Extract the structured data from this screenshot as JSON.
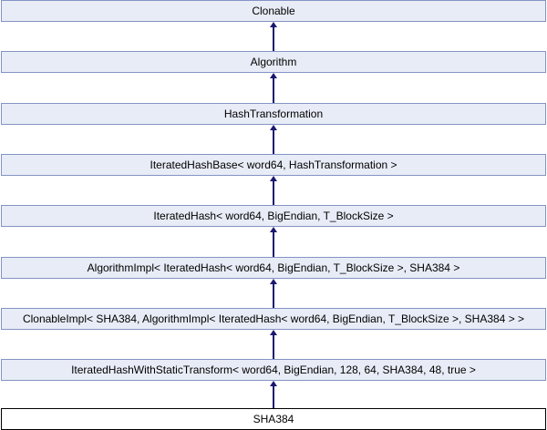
{
  "diagram": {
    "kind": "class-inheritance-diagram",
    "current_class": "SHA384",
    "colors": {
      "node_fill": "#e8ecf6",
      "node_border": "#8493c4",
      "current_node_fill": "#ffffff",
      "current_node_border": "#000000",
      "arrow": "#191970",
      "text": "#000000",
      "background": "#ffffff"
    },
    "nodes": [
      {
        "label": "Clonable",
        "current": false
      },
      {
        "label": "Algorithm",
        "current": false
      },
      {
        "label": "HashTransformation",
        "current": false
      },
      {
        "label": "IteratedHashBase< word64, HashTransformation >",
        "current": false
      },
      {
        "label": "IteratedHash< word64, BigEndian, T_BlockSize >",
        "current": false
      },
      {
        "label": "AlgorithmImpl< IteratedHash< word64, BigEndian, T_BlockSize >, SHA384 >",
        "current": false
      },
      {
        "label": "ClonableImpl< SHA384, AlgorithmImpl< IteratedHash< word64, BigEndian, T_BlockSize >, SHA384 > >",
        "current": false
      },
      {
        "label": "IteratedHashWithStaticTransform< word64, BigEndian, 128, 64, SHA384, 48, true >",
        "current": false
      },
      {
        "label": "SHA384",
        "current": true
      }
    ],
    "edges": [
      {
        "child": 1,
        "parent": 0
      },
      {
        "child": 2,
        "parent": 1
      },
      {
        "child": 3,
        "parent": 2
      },
      {
        "child": 4,
        "parent": 3
      },
      {
        "child": 5,
        "parent": 4
      },
      {
        "child": 6,
        "parent": 5
      },
      {
        "child": 7,
        "parent": 6
      },
      {
        "child": 8,
        "parent": 7
      }
    ]
  }
}
